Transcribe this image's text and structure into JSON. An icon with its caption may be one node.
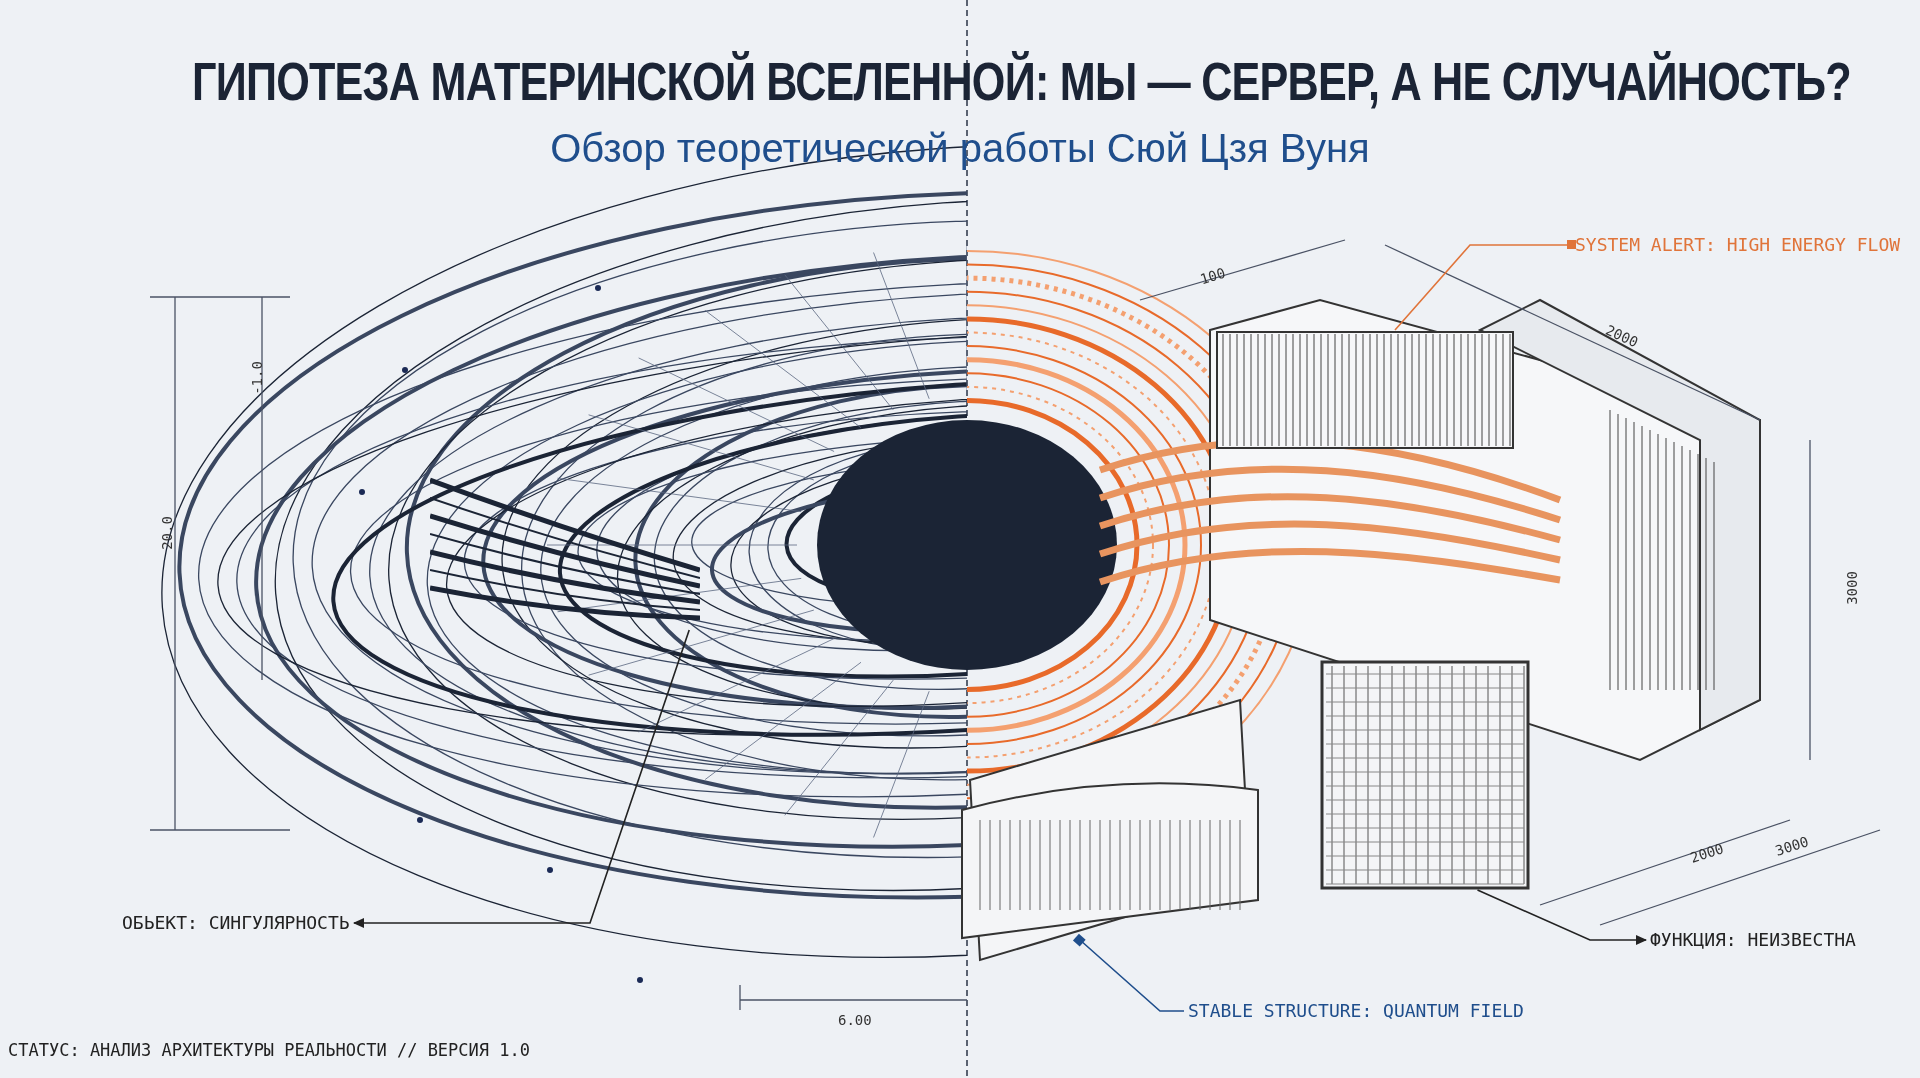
{
  "diagram": {
    "title": "ГИПОТЕЗА МАТЕРИНСКОЙ ВСЕЛЕННОЙ: МЫ — СЕРВЕР, А НЕ СЛУЧАЙНОСТЬ?",
    "nodes": [
      {
        "text": [
          "SYSTEM ALERT: HIGH ENERGY FLOW"
        ]
      },
      {
        "text": [],
        "shape": "picture"
      },
      {
        "text": [
          "ОБЬЕКТ: СИНГУЛЯРНОСТЬ"
        ]
      },
      {
        "text": [],
        "shape": "picture"
      },
      {
        "text": [
          "ФУНКЦИЯ: НЕИЗВЕСТНА"
        ]
      },
      {
        "text": [],
        "shape": "picture"
      },
      {
        "text": [
          "STABLE STRUCTURE: QUANTUM FIELD"
        ]
      },
      {
        "text": [],
        "shape": "picture"
      }
    ],
    "edges": [
      {
        "from": 0,
        "to": 1,
        "arrow": "other",
        "color": "#e0743a"
      },
      {
        "from": 3,
        "to": 2,
        "arrow": "to"
      },
      {
        "from": 5,
        "to": 4,
        "arrow": "to"
      },
      {
        "from": 7,
        "to": 6,
        "arrow": "other",
        "color": "#1f4e8c"
      }
    ],
    "labels": [
      "Обзор теоретической работы Сюй Цзя Вуня",
      "100",
      "2000",
      "-1.0",
      "20.0",
      "3000",
      "2000",
      "3000",
      "6.00",
      "СТАТУС: АНАЛИЗ АРХИТЕКТУРЫ РЕАЛЬНОСТИ // ВЕРСИЯ 1.0"
    ]
  }
}
